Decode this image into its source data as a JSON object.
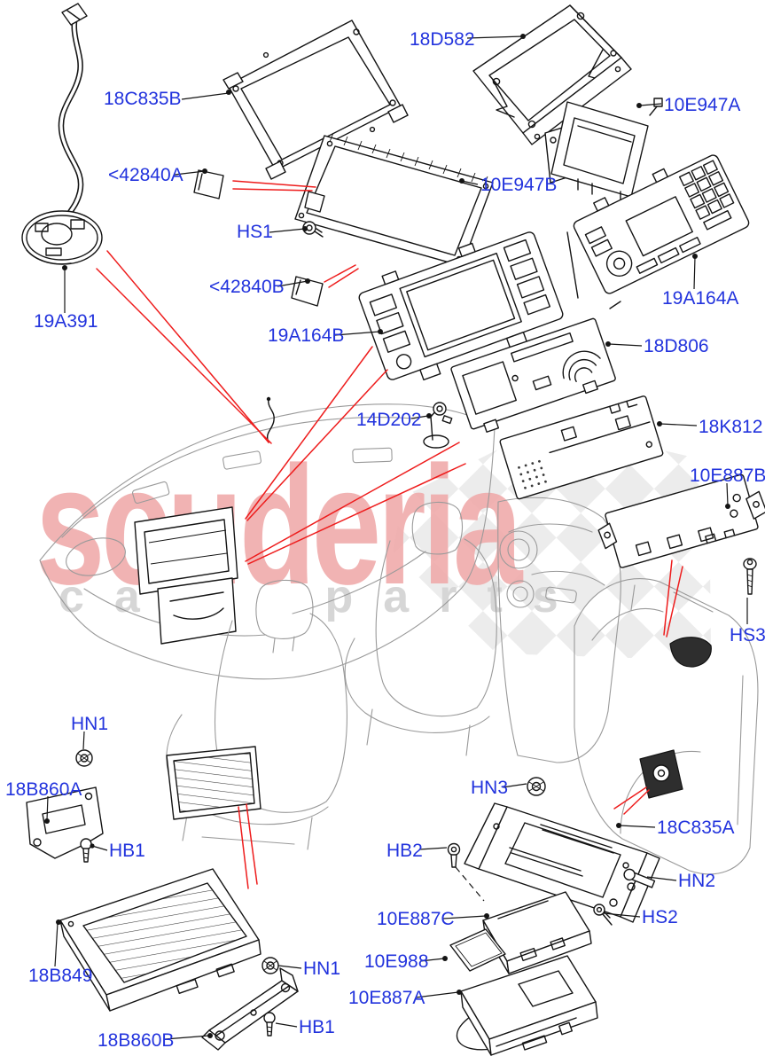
{
  "diagram": {
    "labels": [
      "18C835B",
      "18D582",
      "10E947A",
      "<42840A",
      "10E947B",
      "HS1",
      "<42840B",
      "19A391",
      "19A164A",
      "19A164B",
      "18D806",
      "14D202",
      "18K812",
      "10E887B",
      "HS3",
      "HN1",
      "18B860A",
      "HB1",
      "HN3",
      "HB2",
      "18C835A",
      "HN2",
      "HS2",
      "10E887C",
      "10E988",
      "10E887A",
      "18B849",
      "HN1",
      "HB1",
      "18B860B"
    ],
    "watermark": {
      "brand": "scuderia",
      "tagline": "car parts"
    },
    "colors": {
      "label_blue": "#2233dd",
      "leader_red": "#ee1c1c",
      "art_black": "#141414",
      "art_gray": "#9a9a9a",
      "flag_gray": "#ececec",
      "brand_pink": "#efabab",
      "tagline_gray": "#d6d6d6"
    }
  }
}
